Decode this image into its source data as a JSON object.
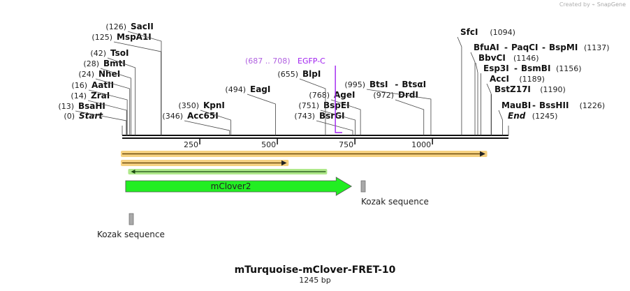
{
  "watermark": {
    "created_by": "Created by",
    "app_name": "SnapGene"
  },
  "plasmid": {
    "name": "mTurquoise-mClover-FRET-10",
    "length_label": "1245 bp",
    "length_bp": 1245
  },
  "ruler": {
    "ticks": [
      {
        "pos": 250,
        "label": "250"
      },
      {
        "pos": 500,
        "label": "500"
      },
      {
        "pos": 750,
        "label": "750"
      },
      {
        "pos": 1000,
        "label": "1000"
      }
    ]
  },
  "sites": [
    {
      "id": "start",
      "num": "(0)",
      "name": "Start",
      "italic": true,
      "pos": 0
    },
    {
      "id": "bsahi",
      "num": "(13)",
      "name": "BsaHI",
      "pos": 13
    },
    {
      "id": "zrai",
      "num": "(14)",
      "name": "ZraI",
      "pos": 14
    },
    {
      "id": "aatii",
      "num": "(16)",
      "name": "AatII",
      "pos": 16
    },
    {
      "id": "nhei",
      "num": "(24)",
      "name": "NheI",
      "pos": 24
    },
    {
      "id": "bmti",
      "num": "(28)",
      "name": "BmtI",
      "pos": 28
    },
    {
      "id": "tsoi",
      "num": "(42)",
      "name": "TsoI",
      "pos": 42
    },
    {
      "id": "mspa1i",
      "num": "(125)",
      "name": "MspA1I",
      "pos": 125
    },
    {
      "id": "sacii",
      "num": "(126)",
      "name": "SacII",
      "pos": 126
    },
    {
      "id": "acc65i",
      "num": "(346)",
      "name": "Acc65I",
      "pos": 346
    },
    {
      "id": "kpni",
      "num": "(350)",
      "name": "KpnI",
      "pos": 350
    },
    {
      "id": "eagi",
      "num": "(494)",
      "name": "EagI",
      "pos": 494
    },
    {
      "id": "bsrgi",
      "num": "(743)",
      "name": "BsrGI",
      "pos": 743
    },
    {
      "id": "bspei",
      "num": "(751)",
      "name": "BspEI",
      "pos": 751
    },
    {
      "id": "agei",
      "num": "(768)",
      "name": "AgeI",
      "pos": 768
    },
    {
      "id": "blpi",
      "num": "(655)",
      "name": "BlpI",
      "pos": 655
    },
    {
      "id": "drdi",
      "num": "(972)",
      "name": "DrdI",
      "pos": 972
    },
    {
      "id": "btsi",
      "num": "(995)",
      "name": "BtsI",
      "name2": "BtsαI",
      "pos": 995
    },
    {
      "id": "sfci",
      "num": "(1094)",
      "name": "SfcI",
      "pos": 1094
    },
    {
      "id": "bfuai",
      "num": "(1137)",
      "name": "BfuAI",
      "name2": "PaqCI",
      "name3": "BspMI",
      "pos": 1137
    },
    {
      "id": "bbvci",
      "num": "(1146)",
      "name": "BbvCI",
      "pos": 1146
    },
    {
      "id": "esp3i",
      "num": "(1156)",
      "name": "Esp3I",
      "name2": "BsmBI",
      "pos": 1156
    },
    {
      "id": "acci",
      "num": "(1189)",
      "name": "AccI",
      "pos": 1189
    },
    {
      "id": "bstz17i",
      "num": "(1190)",
      "name": "BstZ17I",
      "pos": 1190
    },
    {
      "id": "maubi",
      "num": "(1226)",
      "name": "MauBI",
      "name2": "BssHII",
      "pos": 1226
    },
    {
      "id": "end",
      "num": "(1245)",
      "name": "End",
      "italic": true,
      "pos": 1245
    }
  ],
  "primer": {
    "range": "(687 .. 708)",
    "name": "EGFP-C",
    "start": 687,
    "end": 708,
    "color": "#a020f0"
  },
  "features": {
    "mclover2": {
      "name": "mClover2",
      "start": 11,
      "end": 739,
      "color": "#22ee22"
    },
    "kozak_left": {
      "name": "Kozak sequence",
      "start": 3,
      "end": 13
    },
    "kozak_right": {
      "name": "Kozak sequence",
      "start": 737,
      "end": 750
    }
  },
  "tracks": {
    "orange_long": {
      "start": 0,
      "end": 1172,
      "color": "#f0b040"
    },
    "orange_short": {
      "start": 0,
      "end": 532,
      "color": "#f0b040"
    },
    "green_line": {
      "start": 28,
      "end": 656,
      "color": "#66cc44"
    }
  }
}
